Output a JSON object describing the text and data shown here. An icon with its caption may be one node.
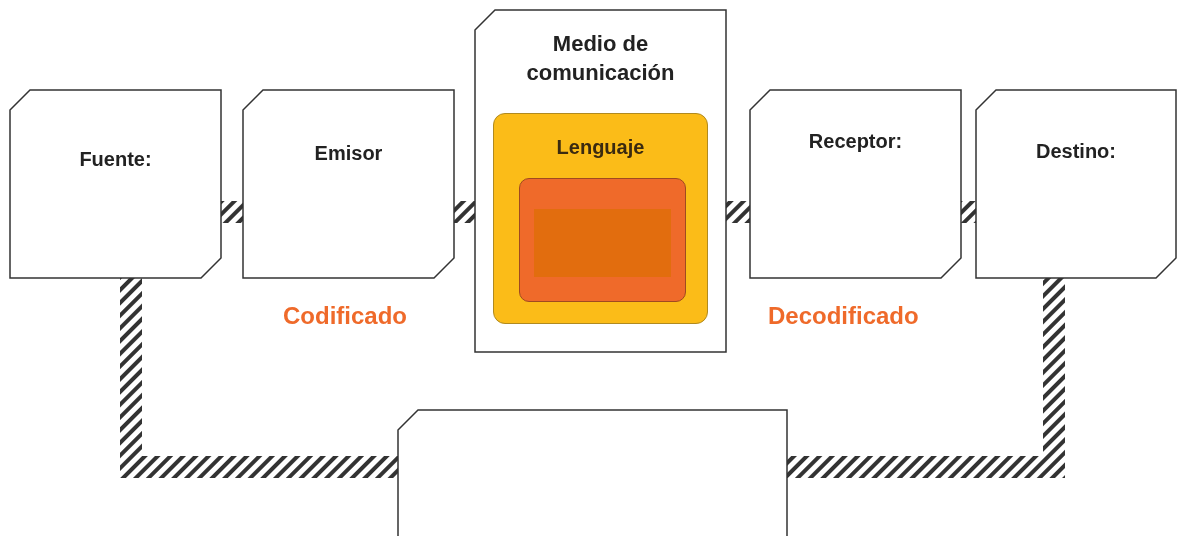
{
  "diagram": {
    "nodes": [
      {
        "text": [
          "Fuente:"
        ]
      },
      {
        "text": [
          "Emisor"
        ]
      },
      {
        "text": [
          "Medio de comunicación"
        ]
      },
      {
        "text": [
          "Lenguaje"
        ],
        "in": 2
      },
      {
        "text": [],
        "shape": "box",
        "in": 3
      },
      {
        "text": [
          "Receptor:"
        ]
      },
      {
        "text": [
          "Destino:"
        ]
      },
      {
        "text": [],
        "shape": "box"
      }
    ],
    "edges": [
      {
        "from": 0,
        "to": 1,
        "arrow": "none",
        "style": "thick"
      },
      {
        "from": 1,
        "to": 2,
        "arrow": "none",
        "style": "thick"
      },
      {
        "from": 2,
        "to": 5,
        "arrow": "none",
        "style": "thick"
      },
      {
        "from": 5,
        "to": 6,
        "arrow": "none",
        "style": "thick"
      },
      {
        "from": 0,
        "to": 7,
        "arrow": "none",
        "style": "thick"
      },
      {
        "from": 6,
        "to": 7,
        "arrow": "none",
        "style": "thick"
      }
    ],
    "labels": [
      "Codificado",
      "Decodificado"
    ]
  }
}
